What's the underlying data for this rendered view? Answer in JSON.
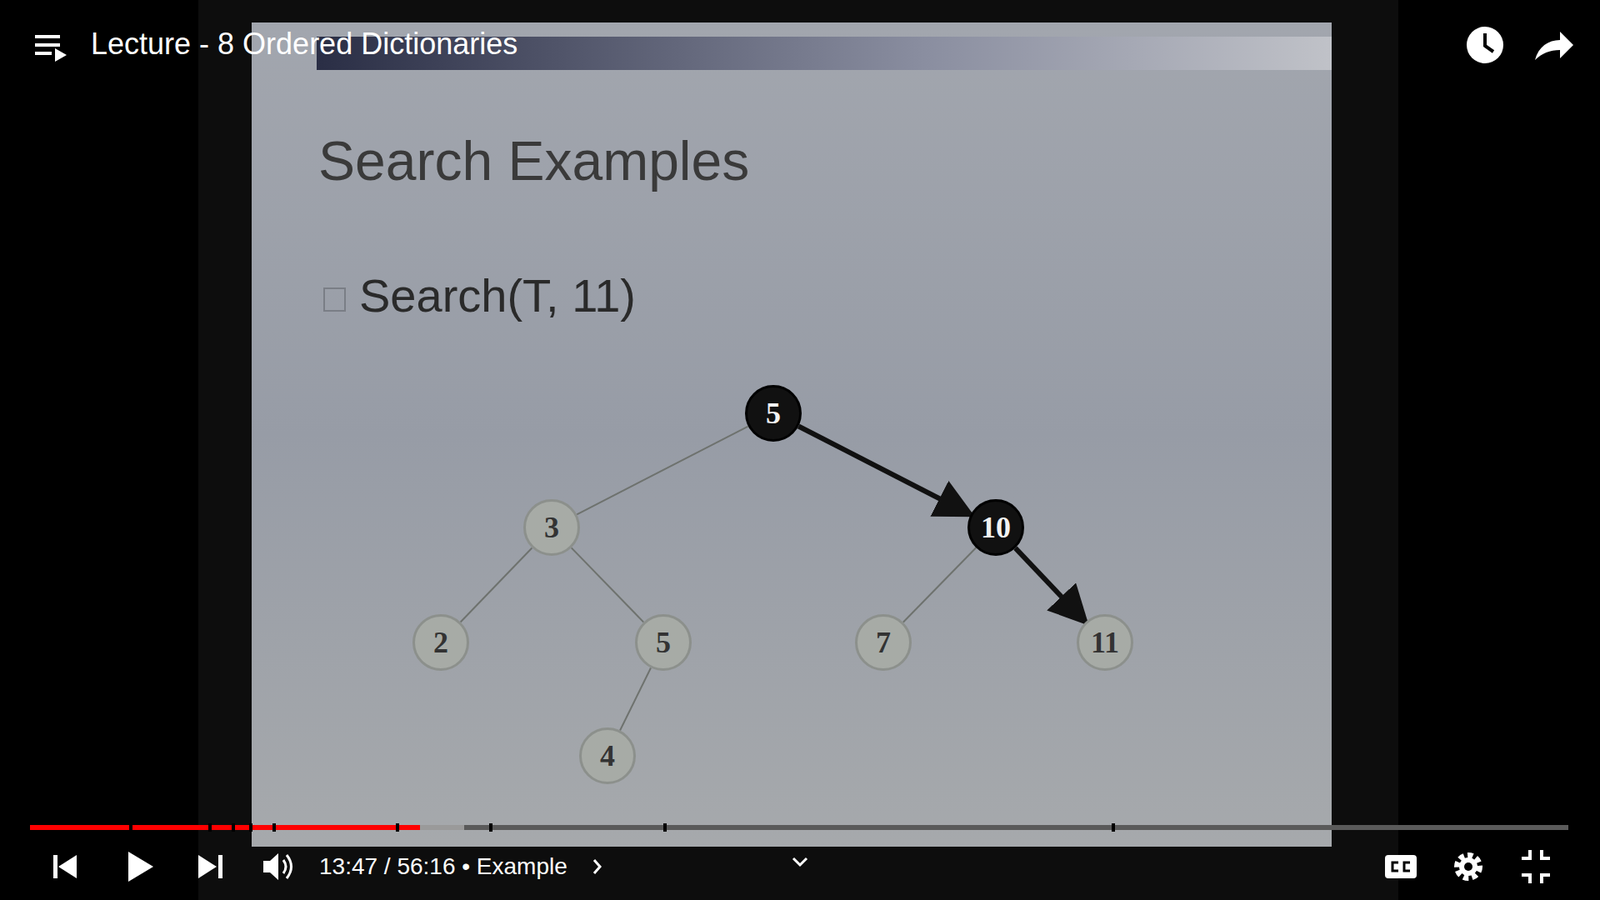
{
  "diagram": {
    "title": "Search Examples",
    "nodes": [
      {
        "text": [
          "5"
        ]
      },
      {
        "text": [
          "3"
        ]
      },
      {
        "text": [
          "10"
        ]
      },
      {
        "text": [
          "2"
        ]
      },
      {
        "text": [
          "5"
        ]
      },
      {
        "text": [
          "7"
        ]
      },
      {
        "text": [
          "11"
        ]
      },
      {
        "text": [
          "4"
        ]
      }
    ],
    "edges": [
      {
        "from": 0,
        "to": 1,
        "arrow": "none"
      },
      {
        "from": 0,
        "to": 2,
        "arrow": "to"
      },
      {
        "from": 1,
        "to": 3,
        "arrow": "none"
      },
      {
        "from": 1,
        "to": 4,
        "arrow": "none"
      },
      {
        "from": 4,
        "to": 7,
        "arrow": "none"
      },
      {
        "from": 2,
        "to": 5,
        "arrow": "none"
      },
      {
        "from": 2,
        "to": 6,
        "arrow": "to"
      }
    ],
    "labels": [
      "Lecture - 8 Ordered Dictionaries",
      "Search(T, 11)",
      "13:47 / 56:16 • Example"
    ]
  }
}
